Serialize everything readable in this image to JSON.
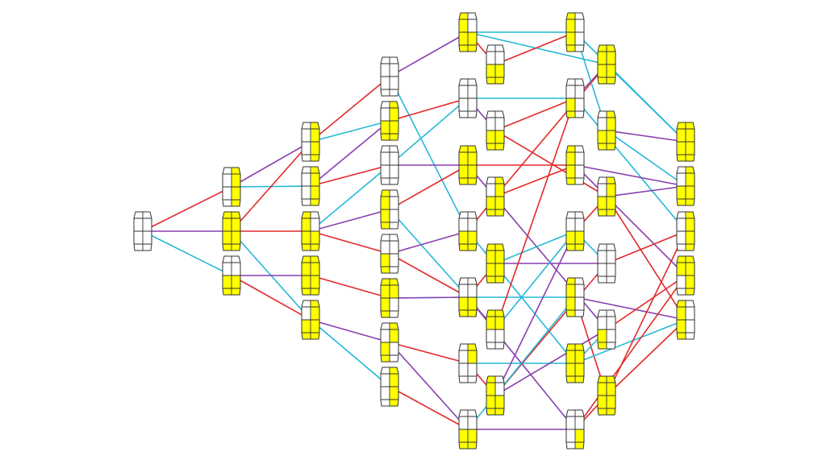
{
  "colors": {
    "background": "#ffffff",
    "outline": "#333333",
    "yellow": "#ffff00",
    "red": "#e32a2a",
    "purple": "#8a3fb0",
    "cyan": "#25b8d8"
  },
  "nodes": [
    {
      "id": "n0",
      "cells": []
    },
    {
      "id": "n1a",
      "cells": [
        "ur",
        "lr"
      ]
    },
    {
      "id": "n1b",
      "cells": [
        "ul",
        "ur",
        "ll",
        "lr"
      ]
    },
    {
      "id": "n1c",
      "cells": [
        "ll",
        "lr"
      ]
    },
    {
      "id": "n2a",
      "cells": [
        "ur",
        "lr"
      ]
    },
    {
      "id": "n2b",
      "cells": [
        "ur",
        "lr"
      ]
    },
    {
      "id": "n2c",
      "cells": [
        "ul",
        "ll",
        "lr"
      ]
    },
    {
      "id": "n2d",
      "cells": [
        "ul",
        "ur",
        "ll",
        "lr"
      ]
    },
    {
      "id": "n2e",
      "cells": [
        "ur",
        "ll",
        "lr"
      ]
    },
    {
      "id": "n3a",
      "cells": []
    },
    {
      "id": "n3b",
      "cells": [
        "ur",
        "ll",
        "lr"
      ]
    },
    {
      "id": "n3c",
      "cells": []
    },
    {
      "id": "n3d",
      "cells": [
        "ul",
        "ll"
      ]
    },
    {
      "id": "n3e",
      "cells": [
        "ll"
      ]
    },
    {
      "id": "n3f",
      "cells": [
        "ul",
        "ur",
        "ll"
      ]
    },
    {
      "id": "n3g",
      "cells": [
        "ur",
        "ll"
      ]
    },
    {
      "id": "n3h",
      "cells": [
        "ur",
        "lr"
      ]
    },
    {
      "id": "n4a",
      "cells": [
        "ul",
        "ll",
        "lr"
      ]
    },
    {
      "id": "n4b",
      "cells": []
    },
    {
      "id": "n4c",
      "cells": [
        "ul",
        "ur",
        "ll",
        "lr"
      ]
    },
    {
      "id": "n4d",
      "cells": [
        "ll",
        "lr"
      ]
    },
    {
      "id": "n4e",
      "cells": [
        "ul",
        "ll",
        "lr"
      ]
    },
    {
      "id": "n4f",
      "cells": [
        "ll",
        "lr"
      ]
    },
    {
      "id": "n4g",
      "cells": [
        "ur"
      ]
    },
    {
      "id": "n4h",
      "cells": [
        "ll",
        "lr"
      ]
    },
    {
      "id": "n5a",
      "cells": [
        "ll",
        "lr"
      ]
    },
    {
      "id": "n5b",
      "cells": [
        "ll",
        "lr"
      ]
    },
    {
      "id": "n5c",
      "cells": [
        "ur",
        "ll",
        "lr"
      ]
    },
    {
      "id": "n5d",
      "cells": [
        "ul",
        "ur",
        "ll",
        "lr"
      ]
    },
    {
      "id": "n5e",
      "cells": [
        "ul",
        "ur"
      ]
    },
    {
      "id": "n5f",
      "cells": [
        "ul",
        "ll",
        "lr"
      ]
    },
    {
      "id": "n5g",
      "cells": [
        "ul",
        "ll",
        "lr"
      ]
    },
    {
      "id": "n6a",
      "cells": [
        "ul",
        "ll"
      ]
    },
    {
      "id": "n6b",
      "cells": [
        "ll"
      ]
    },
    {
      "id": "n6c",
      "cells": [
        "ul",
        "ll"
      ]
    },
    {
      "id": "n6d",
      "cells": [
        "ll",
        "lr"
      ]
    },
    {
      "id": "n6e",
      "cells": [
        "ul",
        "ll"
      ]
    },
    {
      "id": "n6f",
      "cells": [
        "ul",
        "ur",
        "ll",
        "lr"
      ]
    },
    {
      "id": "n6g",
      "cells": [
        "lr"
      ]
    },
    {
      "id": "n7a",
      "cells": [
        "ul",
        "ur",
        "ll",
        "lr"
      ]
    },
    {
      "id": "n7b",
      "cells": [
        "ur",
        "ll",
        "lr"
      ]
    },
    {
      "id": "n7c",
      "cells": [
        "ur",
        "ll",
        "lr"
      ]
    },
    {
      "id": "n7d",
      "cells": []
    },
    {
      "id": "n7e",
      "cells": [
        "ll"
      ]
    },
    {
      "id": "n7f",
      "cells": [
        "ul",
        "ur",
        "ll",
        "lr"
      ]
    },
    {
      "id": "n8a",
      "cells": [
        "ul",
        "ur",
        "ll",
        "lr"
      ]
    },
    {
      "id": "n8b",
      "cells": [
        "ur",
        "ll",
        "lr"
      ]
    },
    {
      "id": "n8c",
      "cells": [
        "ur",
        "lr"
      ]
    },
    {
      "id": "n8d",
      "cells": [
        "ul",
        "ur",
        "lr"
      ]
    },
    {
      "id": "n8e",
      "cells": [
        "ul",
        "ll"
      ]
    }
  ],
  "edges": [
    {
      "from": "n0",
      "to": "n1a",
      "color": "red"
    },
    {
      "from": "n0",
      "to": "n1b",
      "color": "purple"
    },
    {
      "from": "n0",
      "to": "n1c",
      "color": "cyan"
    },
    {
      "from": "n1a",
      "to": "n2a",
      "color": "purple"
    },
    {
      "from": "n1a",
      "to": "n2b",
      "color": "cyan"
    },
    {
      "from": "n1b",
      "to": "n2a",
      "color": "red"
    },
    {
      "from": "n1b",
      "to": "n2c",
      "color": "red"
    },
    {
      "from": "n1b",
      "to": "n2e",
      "color": "cyan"
    },
    {
      "from": "n1c",
      "to": "n2d",
      "color": "purple"
    },
    {
      "from": "n1c",
      "to": "n2e",
      "color": "red"
    },
    {
      "from": "n2a",
      "to": "n3a",
      "color": "red"
    },
    {
      "from": "n2a",
      "to": "n3b",
      "color": "cyan"
    },
    {
      "from": "n2b",
      "to": "n3b",
      "color": "purple"
    },
    {
      "from": "n2b",
      "to": "n3c",
      "color": "red"
    },
    {
      "from": "n2c",
      "to": "n3c",
      "color": "cyan"
    },
    {
      "from": "n2c",
      "to": "n3d",
      "color": "purple"
    },
    {
      "from": "n2c",
      "to": "n3e",
      "color": "red"
    },
    {
      "from": "n2d",
      "to": "n3f",
      "color": "red"
    },
    {
      "from": "n2e",
      "to": "n3g",
      "color": "purple"
    },
    {
      "from": "n2e",
      "to": "n3h",
      "color": "cyan"
    },
    {
      "from": "n3a",
      "to": "n4a",
      "color": "purple"
    },
    {
      "from": "n3a",
      "to": "n4d",
      "color": "cyan"
    },
    {
      "from": "n3b",
      "to": "n4b",
      "color": "red"
    },
    {
      "from": "n3c",
      "to": "n4c",
      "color": "purple"
    },
    {
      "from": "n3c",
      "to": "n4b",
      "color": "cyan"
    },
    {
      "from": "n3d",
      "to": "n4c",
      "color": "red"
    },
    {
      "from": "n3d",
      "to": "n4e",
      "color": "cyan"
    },
    {
      "from": "n3e",
      "to": "n4d",
      "color": "purple"
    },
    {
      "from": "n3e",
      "to": "n4f",
      "color": "red"
    },
    {
      "from": "n3f",
      "to": "n4e",
      "color": "cyan"
    },
    {
      "from": "n3f",
      "to": "n4f",
      "color": "purple"
    },
    {
      "from": "n3g",
      "to": "n4g",
      "color": "red"
    },
    {
      "from": "n3g",
      "to": "n4h",
      "color": "purple"
    },
    {
      "from": "n3h",
      "to": "n4h",
      "color": "red"
    },
    {
      "from": "n4a",
      "to": "n5a",
      "color": "red"
    },
    {
      "from": "n4a",
      "to": "n6a",
      "color": "cyan"
    },
    {
      "from": "n4a",
      "to": "n7a",
      "color": "cyan"
    },
    {
      "from": "n4b",
      "to": "n6b",
      "color": "cyan"
    },
    {
      "from": "n4b",
      "to": "n5b",
      "color": "purple"
    },
    {
      "from": "n4c",
      "to": "n6c",
      "color": "red"
    },
    {
      "from": "n4c",
      "to": "n7e",
      "color": "purple"
    },
    {
      "from": "n4d",
      "to": "n5c",
      "color": "red"
    },
    {
      "from": "n4d",
      "to": "n6f",
      "color": "cyan"
    },
    {
      "from": "n4e",
      "to": "n5d",
      "color": "red"
    },
    {
      "from": "n4e",
      "to": "n6e",
      "color": "cyan"
    },
    {
      "from": "n4f",
      "to": "n5e",
      "color": "purple"
    },
    {
      "from": "n4f",
      "to": "n6g",
      "color": "purple"
    },
    {
      "from": "n4g",
      "to": "n5f",
      "color": "red"
    },
    {
      "from": "n4g",
      "to": "n6f",
      "color": "cyan"
    },
    {
      "from": "n4h",
      "to": "n5g",
      "color": "cyan"
    },
    {
      "from": "n4h",
      "to": "n6g",
      "color": "purple"
    },
    {
      "from": "n5a",
      "to": "n6a",
      "color": "red"
    },
    {
      "from": "n5b",
      "to": "n6b",
      "color": "red"
    },
    {
      "from": "n5b",
      "to": "n7c",
      "color": "red"
    },
    {
      "from": "n5c",
      "to": "n6c",
      "color": "red"
    },
    {
      "from": "n5c",
      "to": "n7a",
      "color": "red"
    },
    {
      "from": "n5d",
      "to": "n7d",
      "color": "purple"
    },
    {
      "from": "n5d",
      "to": "n6d",
      "color": "cyan"
    },
    {
      "from": "n5e",
      "to": "n6b",
      "color": "red"
    },
    {
      "from": "n5e",
      "to": "n6d",
      "color": "cyan"
    },
    {
      "from": "n5f",
      "to": "n6d",
      "color": "purple"
    },
    {
      "from": "n5f",
      "to": "n7d",
      "color": "red"
    },
    {
      "from": "n5g",
      "to": "n6e",
      "color": "cyan"
    },
    {
      "from": "n5g",
      "to": "n7e",
      "color": "purple"
    },
    {
      "from": "n6a",
      "to": "n8a",
      "color": "cyan"
    },
    {
      "from": "n6a",
      "to": "n7b",
      "color": "cyan"
    },
    {
      "from": "n6b",
      "to": "n7a",
      "color": "purple"
    },
    {
      "from": "n6b",
      "to": "n8c",
      "color": "cyan"
    },
    {
      "from": "n6c",
      "to": "n8b",
      "color": "purple"
    },
    {
      "from": "n6c",
      "to": "n8d",
      "color": "purple"
    },
    {
      "from": "n6d",
      "to": "n7c",
      "color": "red"
    },
    {
      "from": "n6d",
      "to": "n7d",
      "color": "cyan"
    },
    {
      "from": "n6e",
      "to": "n8e",
      "color": "purple"
    },
    {
      "from": "n6e",
      "to": "n7f",
      "color": "red"
    },
    {
      "from": "n6f",
      "to": "n8e",
      "color": "cyan"
    },
    {
      "from": "n6f",
      "to": "n7e",
      "color": "cyan"
    },
    {
      "from": "n6g",
      "to": "n7f",
      "color": "red"
    },
    {
      "from": "n6g",
      "to": "n8d",
      "color": "red"
    },
    {
      "from": "n7a",
      "to": "n8a",
      "color": "cyan"
    },
    {
      "from": "n7b",
      "to": "n8a",
      "color": "purple"
    },
    {
      "from": "n7b",
      "to": "n8b",
      "color": "cyan"
    },
    {
      "from": "n7c",
      "to": "n8b",
      "color": "purple"
    },
    {
      "from": "n7c",
      "to": "n8e",
      "color": "red"
    },
    {
      "from": "n7d",
      "to": "n8c",
      "color": "red"
    },
    {
      "from": "n7e",
      "to": "n8d",
      "color": "red"
    },
    {
      "from": "n7f",
      "to": "n8e",
      "color": "red"
    },
    {
      "from": "n7f",
      "to": "n8c",
      "color": "red"
    }
  ]
}
